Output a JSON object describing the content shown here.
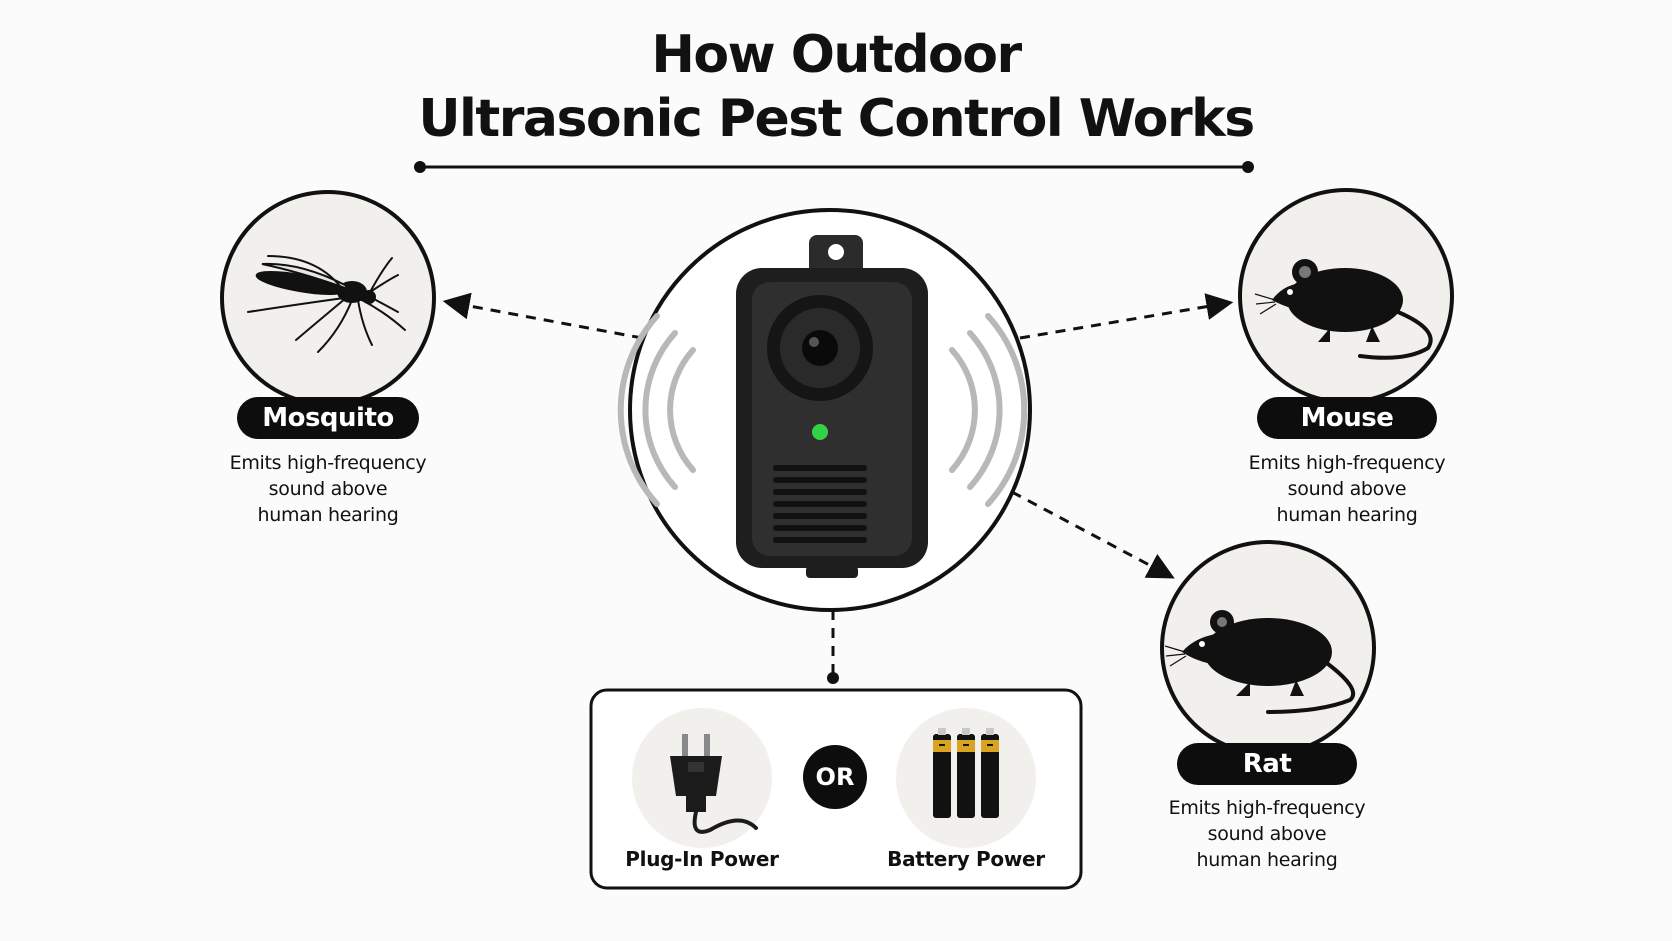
{
  "title": {
    "line1": "How Outdoor",
    "line2": "Ultrasonic Pest Control Works"
  },
  "pests": [
    {
      "name": "Mosquito",
      "icon": "mosquito-icon",
      "desc": [
        "Emits high-frequency",
        "sound above",
        "human hearing"
      ]
    },
    {
      "name": "Mouse",
      "icon": "mouse-icon",
      "desc": [
        "Emits high-frequency",
        "sound above",
        "human hearing"
      ]
    },
    {
      "name": "Rat",
      "icon": "rat-icon",
      "desc": [
        "Emits high-frequency",
        "sound above",
        "human hearing"
      ]
    }
  ],
  "device": {
    "icon": "ultrasonic-repeller-icon",
    "indicator_color": "#33d14a"
  },
  "power": {
    "options": [
      {
        "label": "Plug-In Power",
        "icon": "power-plug-icon"
      },
      {
        "label": "Battery Power",
        "icon": "battery-icon"
      }
    ],
    "separator": "OR"
  },
  "colors": {
    "ink": "#111111",
    "badge": "#0d0d0d",
    "circle_fill": "#f2f0ec",
    "battery_accent": "#d9a520"
  }
}
